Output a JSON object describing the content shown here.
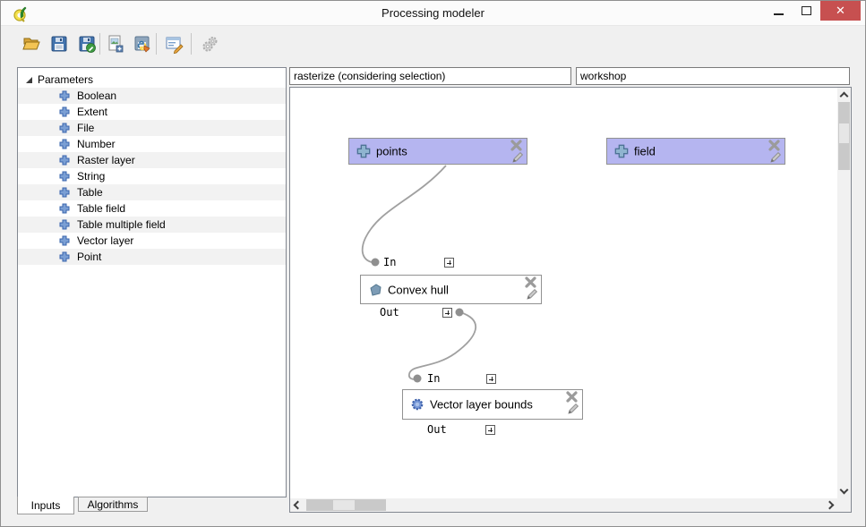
{
  "window": {
    "title": "Processing modeler",
    "close_glyph": "✕"
  },
  "toolbar": {
    "buttons": [
      {
        "id": "open-model"
      },
      {
        "id": "save-model"
      },
      {
        "id": "save-model-as"
      },
      {
        "id": "export-as-image"
      },
      {
        "id": "export-as-python-script"
      },
      {
        "id": "edit-model-help"
      },
      {
        "id": "run-model",
        "disabled": true
      }
    ]
  },
  "sidebar": {
    "root": "Parameters",
    "items": [
      "Boolean",
      "Extent",
      "File",
      "Number",
      "Raster layer",
      "String",
      "Table",
      "Table field",
      "Table multiple field",
      "Vector layer",
      "Point"
    ],
    "tabs": [
      {
        "label": "Inputs",
        "active": true
      },
      {
        "label": "Algorithms",
        "active": false
      }
    ]
  },
  "model_fields": {
    "name": "rasterize (considering selection)",
    "group": "workshop"
  },
  "canvas": {
    "inputs": [
      {
        "label": "points"
      },
      {
        "label": "field"
      }
    ],
    "algorithms": [
      {
        "label": "Convex hull",
        "in_label": "In",
        "out_label": "Out"
      },
      {
        "label": "Vector layer bounds",
        "in_label": "In",
        "out_label": "Out"
      }
    ]
  },
  "colors": {
    "input_node_bg": "#b5b5f0",
    "node_border": "#919191",
    "wire": "#a0a0a0",
    "close_button": "#c75050",
    "toolbar_bg": "#f0f0f0",
    "icon_blue": "#4a7ebb",
    "folder_yellow": "#edb64a"
  }
}
